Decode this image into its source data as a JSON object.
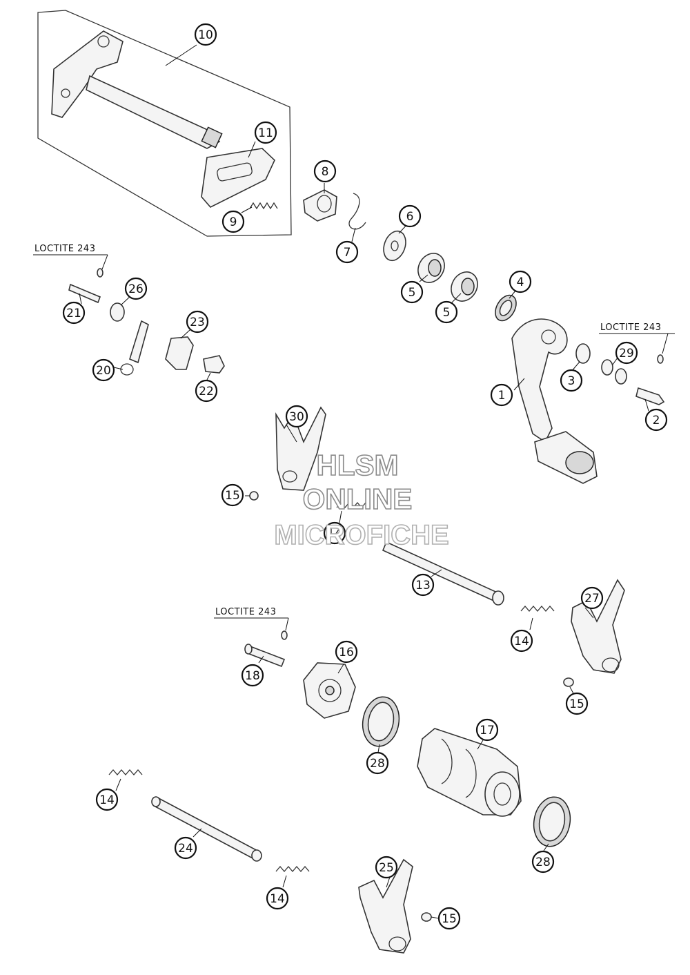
{
  "notes": {
    "loctite_top_left": "LOCTITE 243",
    "loctite_right": "LOCTITE 243",
    "loctite_middle": "LOCTITE 243"
  },
  "watermark": {
    "line1": "HLSM",
    "line2": "ONLINE",
    "line3": "MICROFICHE"
  },
  "callouts": {
    "c10": "10",
    "c11": "11",
    "c8": "8",
    "c9": "9",
    "c7": "7",
    "c6": "6",
    "c5a": "5",
    "c5b": "5",
    "c4": "4",
    "c26": "26",
    "c21": "21",
    "c23": "23",
    "c20": "20",
    "c22": "22",
    "c29": "29",
    "c3": "3",
    "c1": "1",
    "c2": "2",
    "c30": "30",
    "c15a": "15",
    "c14a": "14",
    "c13": "13",
    "c27": "27",
    "c14b": "14",
    "c18": "18",
    "c16": "16",
    "c15b": "15",
    "c17": "17",
    "c28a": "28",
    "c14c": "14",
    "c24": "24",
    "c28b": "28",
    "c25": "25",
    "c14d": "14",
    "c15c": "15"
  }
}
